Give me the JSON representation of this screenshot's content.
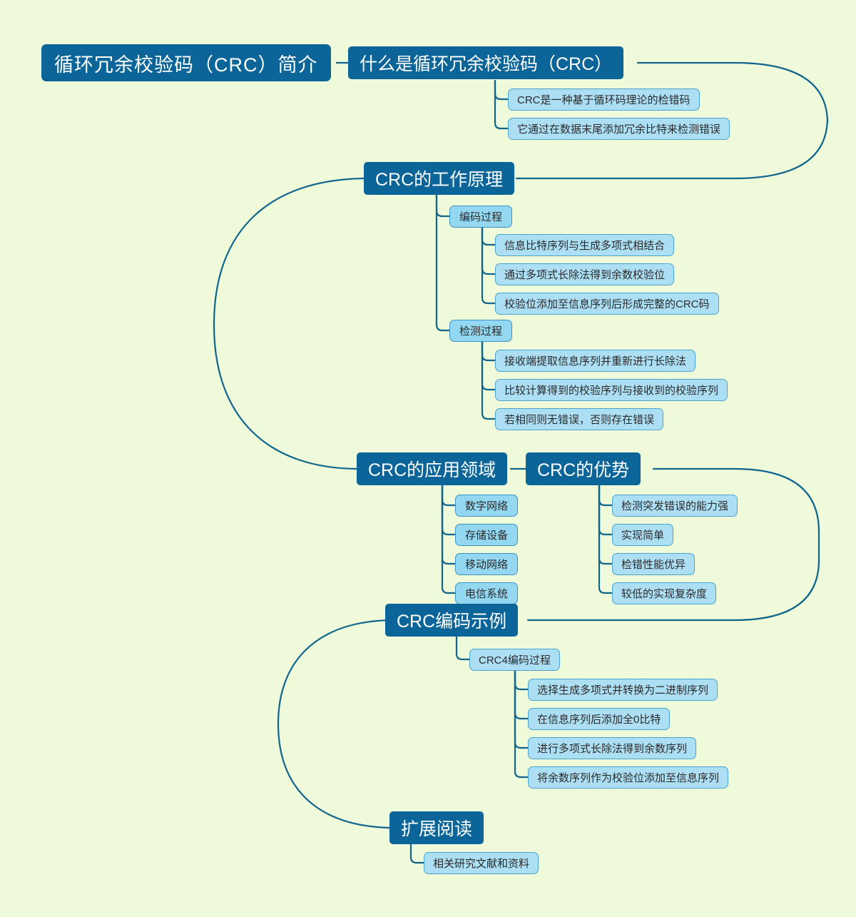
{
  "meta": {
    "background_color": "#eefad9",
    "branch_color": "#0b6598",
    "link_color": "#10658f",
    "node_level3_fill": "#93d8f0",
    "node_level4_fill": "#addff4"
  },
  "root": {
    "label": "循环冗余校验码（CRC）简介"
  },
  "branches": [
    {
      "label": "什么是循环冗余校验码（CRC）",
      "children": [
        {
          "label": "CRC是一种基于循环码理论的检错码"
        },
        {
          "label": "它通过在数据末尾添加冗余比特来检测错误"
        }
      ]
    },
    {
      "label": "CRC的工作原理",
      "children": [
        {
          "label": "编码过程",
          "children": [
            {
              "label": "信息比特序列与生成多项式相结合"
            },
            {
              "label": "通过多项式长除法得到余数校验位"
            },
            {
              "label": "校验位添加至信息序列后形成完整的CRC码"
            }
          ]
        },
        {
          "label": "检测过程",
          "children": [
            {
              "label": "接收端提取信息序列并重新进行长除法"
            },
            {
              "label": "比较计算得到的校验序列与接收到的校验序列"
            },
            {
              "label": "若相同则无错误，否则存在错误"
            }
          ]
        }
      ]
    },
    {
      "label": "CRC的应用领域",
      "children": [
        {
          "label": "数字网络"
        },
        {
          "label": "存储设备"
        },
        {
          "label": "移动网络"
        },
        {
          "label": "电信系统"
        }
      ]
    },
    {
      "label": "CRC的优势",
      "children": [
        {
          "label": "检测突发错误的能力强"
        },
        {
          "label": "实现简单"
        },
        {
          "label": "检错性能优异"
        },
        {
          "label": "较低的实现复杂度"
        }
      ]
    },
    {
      "label": "CRC编码示例",
      "children": [
        {
          "label": "CRC4编码过程",
          "children": [
            {
              "label": "选择生成多项式并转换为二进制序列"
            },
            {
              "label": "在信息序列后添加全0比特"
            },
            {
              "label": "进行多项式长除法得到余数序列"
            },
            {
              "label": "将余数序列作为校验位添加至信息序列"
            }
          ]
        }
      ]
    },
    {
      "label": "扩展阅读",
      "children": [
        {
          "label": "相关研究文献和资料"
        }
      ]
    }
  ]
}
